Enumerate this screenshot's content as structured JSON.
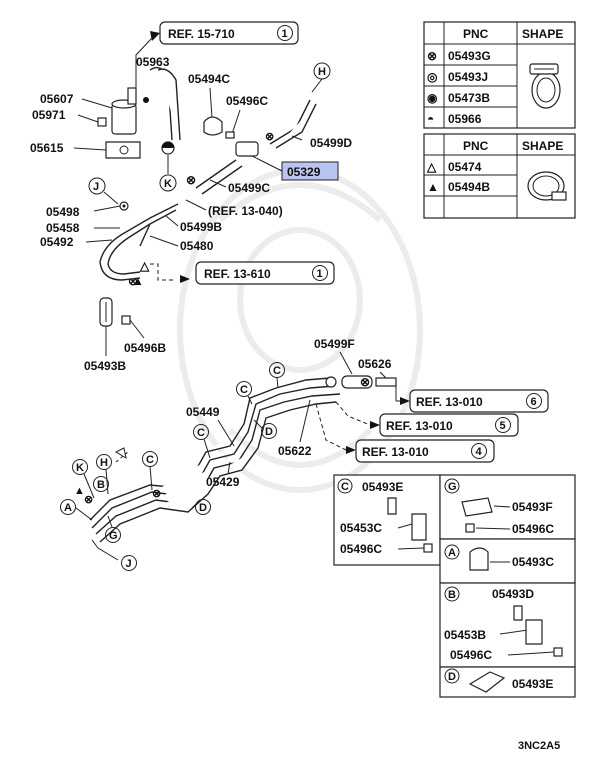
{
  "refs": {
    "r1": "REF. 15-710",
    "r1n": "1",
    "r2": "REF. 13-610",
    "r2n": "1",
    "r3": "REF. 13-010",
    "r3n": "6",
    "r4": "REF. 13-010",
    "r4n": "5",
    "r5": "REF. 13-010",
    "r5n": "4",
    "r6": "(REF. 13-040)"
  },
  "callouts": {
    "p05963": "05963",
    "p05607": "05607",
    "p05971": "05971",
    "p05615": "05615",
    "p05494C": "05494C",
    "p05496C": "05496C",
    "p05499D": "05499D",
    "p05329": "05329",
    "p05499C": "05499C",
    "p05498": "05498",
    "p05458": "05458",
    "p05492": "05492",
    "p05499B": "05499B",
    "p05480": "05480",
    "p05496B": "05496B",
    "p05493B": "05493B",
    "p05499F": "05499F",
    "p05626": "05626",
    "p05449": "05449",
    "p05622": "05622",
    "p05429": "05429"
  },
  "letters": {
    "H": "H",
    "K": "K",
    "J": "J",
    "C": "C",
    "D": "D",
    "A": "A",
    "B": "B",
    "G": "G"
  },
  "highlight_color": "#b9c4f0",
  "table_top": {
    "headers": [
      "PNC",
      "SHAPE"
    ],
    "rows": [
      {
        "symbol": "⊗",
        "pnc": "05493G"
      },
      {
        "symbol": "◎",
        "pnc": "05493J"
      },
      {
        "symbol": "◉",
        "pnc": "05473B"
      },
      {
        "symbol": "◓",
        "pnc": "05966"
      }
    ]
  },
  "table_bottom": {
    "headers": [
      "PNC",
      "SHAPE"
    ],
    "rows": [
      {
        "symbol": "△",
        "pnc": "05474"
      },
      {
        "symbol": "▲",
        "pnc": "05494B"
      }
    ]
  },
  "detail": {
    "C": {
      "letter": "C",
      "parts": [
        "05493E",
        "05453C",
        "05496C"
      ]
    },
    "G": {
      "letter": "G",
      "parts": [
        "05493F",
        "05496C"
      ]
    },
    "A": {
      "letter": "A",
      "parts": [
        "05493C"
      ]
    },
    "B": {
      "letter": "B",
      "parts": [
        "05493D",
        "05453B",
        "05496C"
      ]
    },
    "D": {
      "letter": "D",
      "parts": [
        "05493E"
      ]
    }
  },
  "footer_code": "3NC2A5"
}
